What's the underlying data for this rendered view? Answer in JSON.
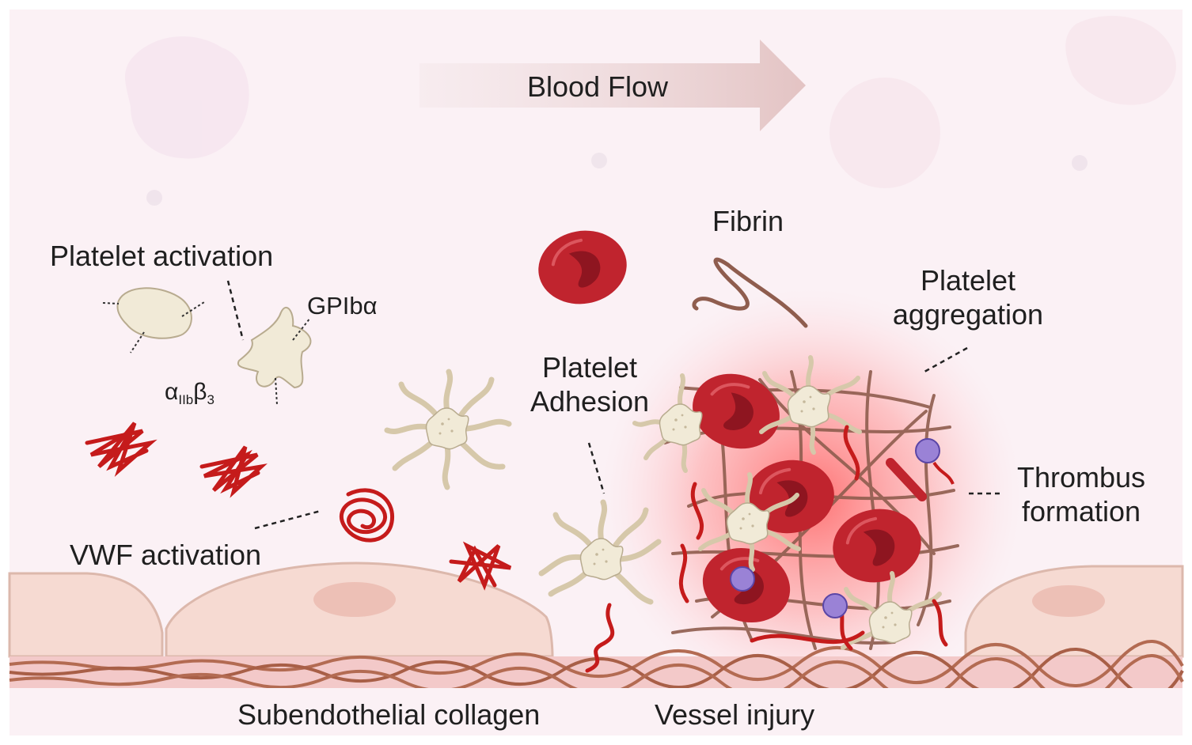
{
  "labels": {
    "blood_flow": "Blood Flow",
    "platelet_activation": "Platelet activation",
    "gpiba": "GPIbα",
    "alpha_symbol": "α",
    "alpha_sub": "IIb",
    "beta_symbol": "β",
    "beta_sub": "3",
    "fibrin": "Fibrin",
    "platelet_aggregation_line1": "Platelet",
    "platelet_aggregation_line2": "aggregation",
    "platelet_adhesion_line1": "Platelet",
    "platelet_adhesion_line2": "Adhesion",
    "thrombus_line1": "Thrombus",
    "thrombus_line2": "formation",
    "vwf_activation": "VWF activation",
    "subendothelial_collagen": "Subendothelial collagen",
    "vessel_injury": "Vessel injury"
  },
  "colors": {
    "background": "#fbf1f5",
    "vessel_wall": "#f6dad2",
    "cell_nucleus": "#edc0b6",
    "collagen": "#b36b52",
    "rbc": "#c0242e",
    "rbc_dark": "#8e1520",
    "platelet": "#f1ead7",
    "fibrin": "#8f5d4e",
    "vwf": "#c51b1b",
    "factor": "#9a82d6",
    "clot_glow": "#ff6a6a"
  }
}
